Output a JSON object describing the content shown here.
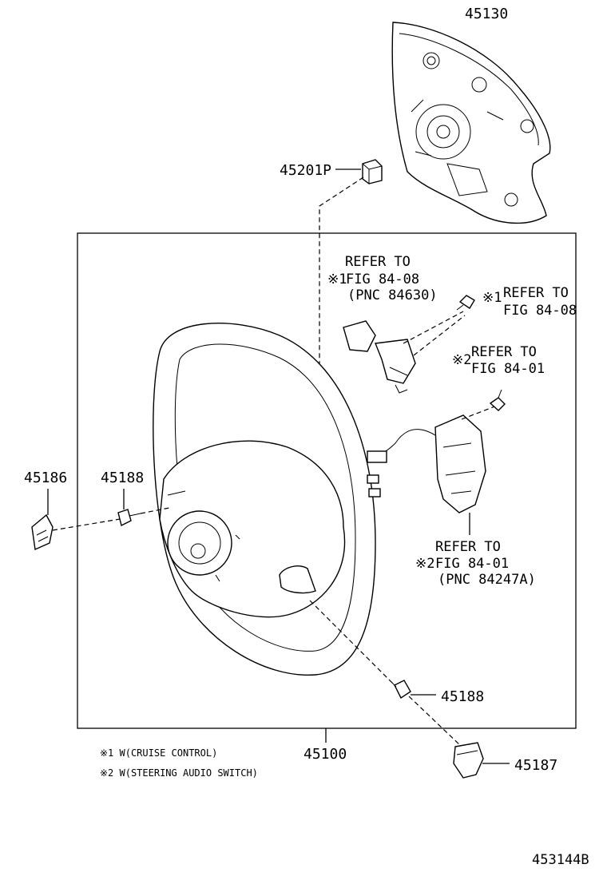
{
  "parts": {
    "p45130": "45130",
    "p45201P": "45201P",
    "p45186": "45186",
    "p45188_left": "45188",
    "p45188_right": "45188",
    "p45187": "45187",
    "p45100": "45100"
  },
  "refs": {
    "ref1": {
      "mark": "※1",
      "line1": "REFER TO",
      "line2": "FIG 84-08",
      "line3": "(PNC 84630)"
    },
    "ref2": {
      "mark": "※1",
      "line1": "REFER TO",
      "line2": "FIG 84-08"
    },
    "ref3": {
      "mark": "※2",
      "line1": "REFER TO",
      "line2": "FIG 84-01"
    },
    "ref4": {
      "mark": "※2",
      "line1": "REFER TO",
      "line2": "FIG 84-01",
      "line3": "(PNC 84247A)"
    }
  },
  "notes": [
    "※1 W(CRUISE CONTROL)",
    "※2 W(STEERING AUDIO SWITCH)"
  ],
  "diagram_id": "453144B"
}
